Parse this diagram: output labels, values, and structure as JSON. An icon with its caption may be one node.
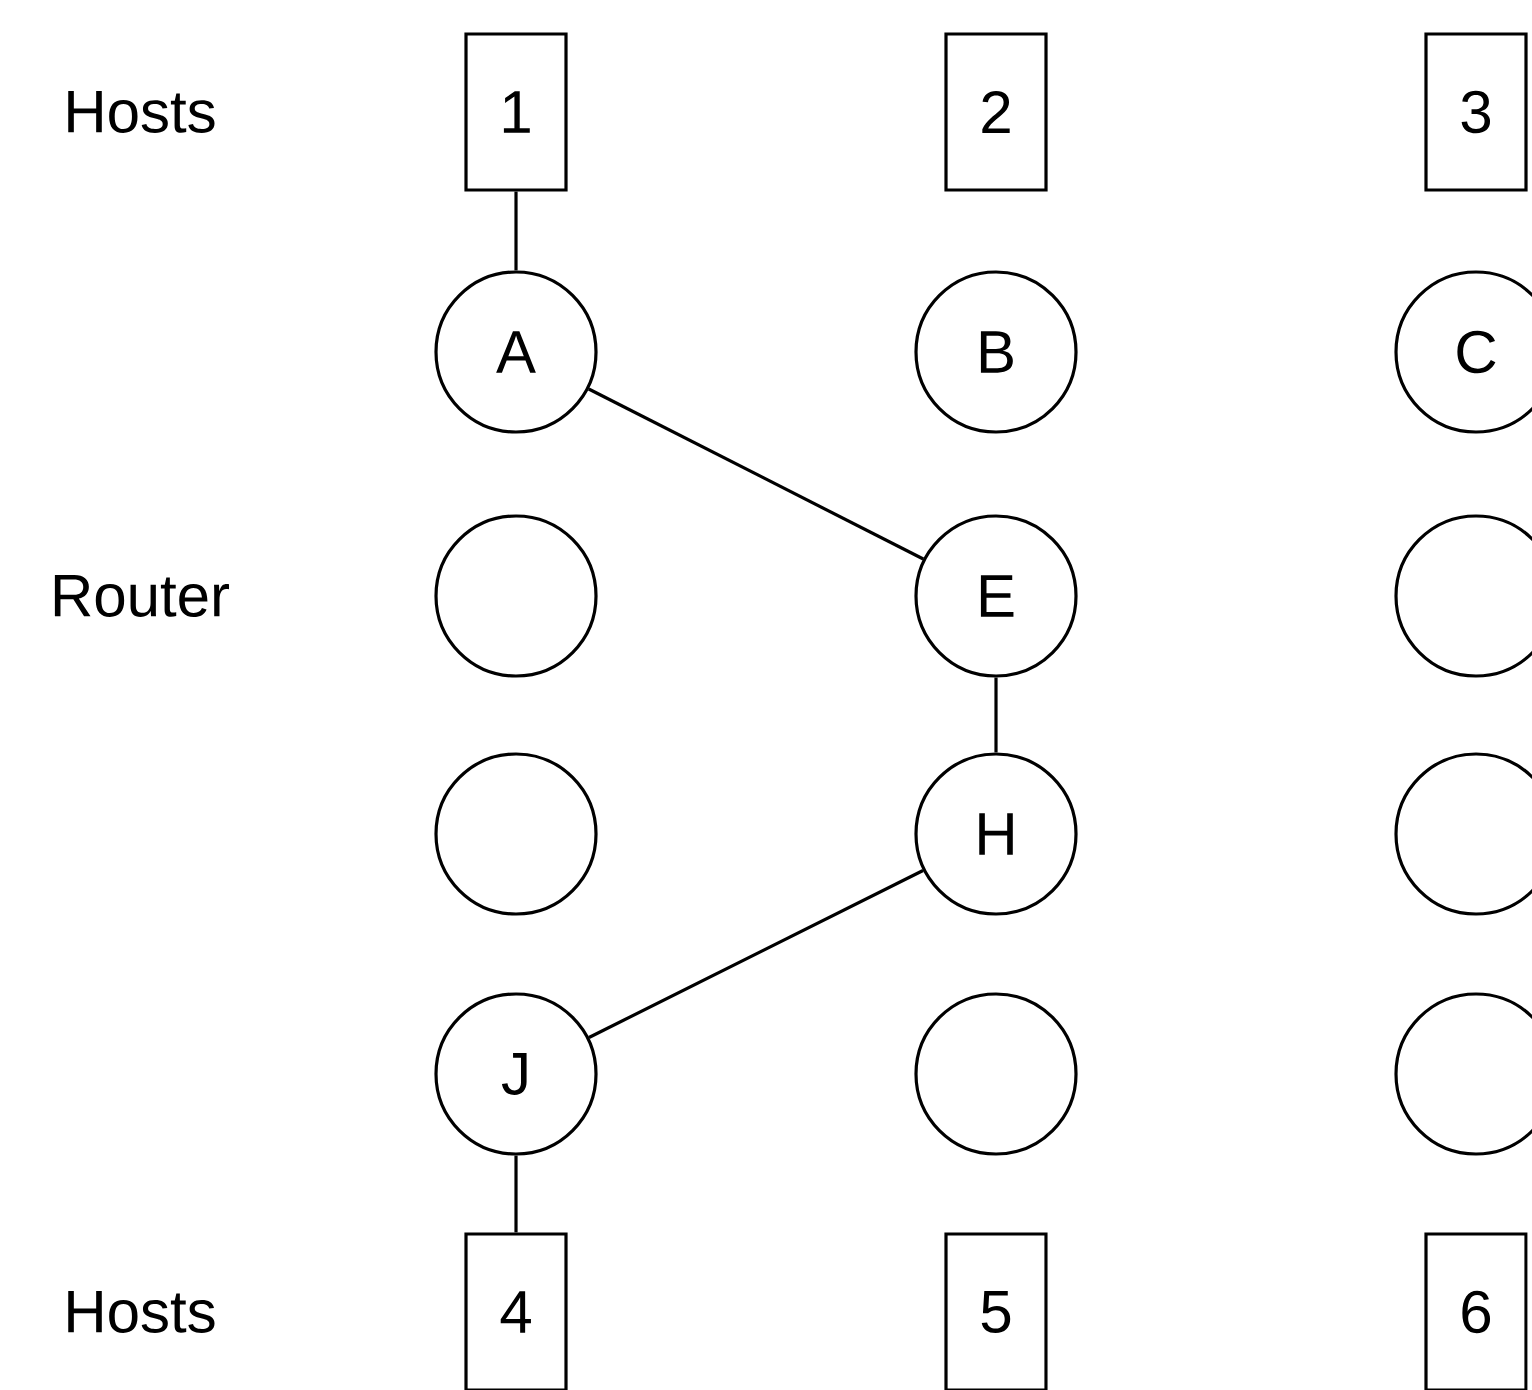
{
  "diagram": {
    "nodes": [
      {
        "text": [
          "1"
        ]
      },
      {
        "text": [
          "2"
        ]
      },
      {
        "text": [
          "3"
        ]
      },
      {
        "text": [
          "A"
        ]
      },
      {
        "text": [
          "B"
        ]
      },
      {
        "text": [
          "C"
        ]
      },
      {
        "text": [],
        "shape": "circle"
      },
      {
        "text": [
          "E"
        ]
      },
      {
        "text": [],
        "shape": "circle"
      },
      {
        "text": [],
        "shape": "circle"
      },
      {
        "text": [
          "H"
        ]
      },
      {
        "text": [],
        "shape": "circle"
      },
      {
        "text": [
          "J"
        ]
      },
      {
        "text": [],
        "shape": "circle"
      },
      {
        "text": [],
        "shape": "circle"
      },
      {
        "text": [
          "4"
        ]
      },
      {
        "text": [
          "5"
        ]
      },
      {
        "text": [
          "6"
        ]
      }
    ],
    "edges": [
      {
        "from": 0,
        "to": 3,
        "arrow": "none"
      },
      {
        "from": 3,
        "to": 7,
        "arrow": "none"
      },
      {
        "from": 7,
        "to": 10,
        "arrow": "none"
      },
      {
        "from": 10,
        "to": 12,
        "arrow": "none"
      },
      {
        "from": 12,
        "to": 15,
        "arrow": "none"
      }
    ],
    "labels": [
      "Hosts",
      "Router",
      "Hosts"
    ]
  }
}
